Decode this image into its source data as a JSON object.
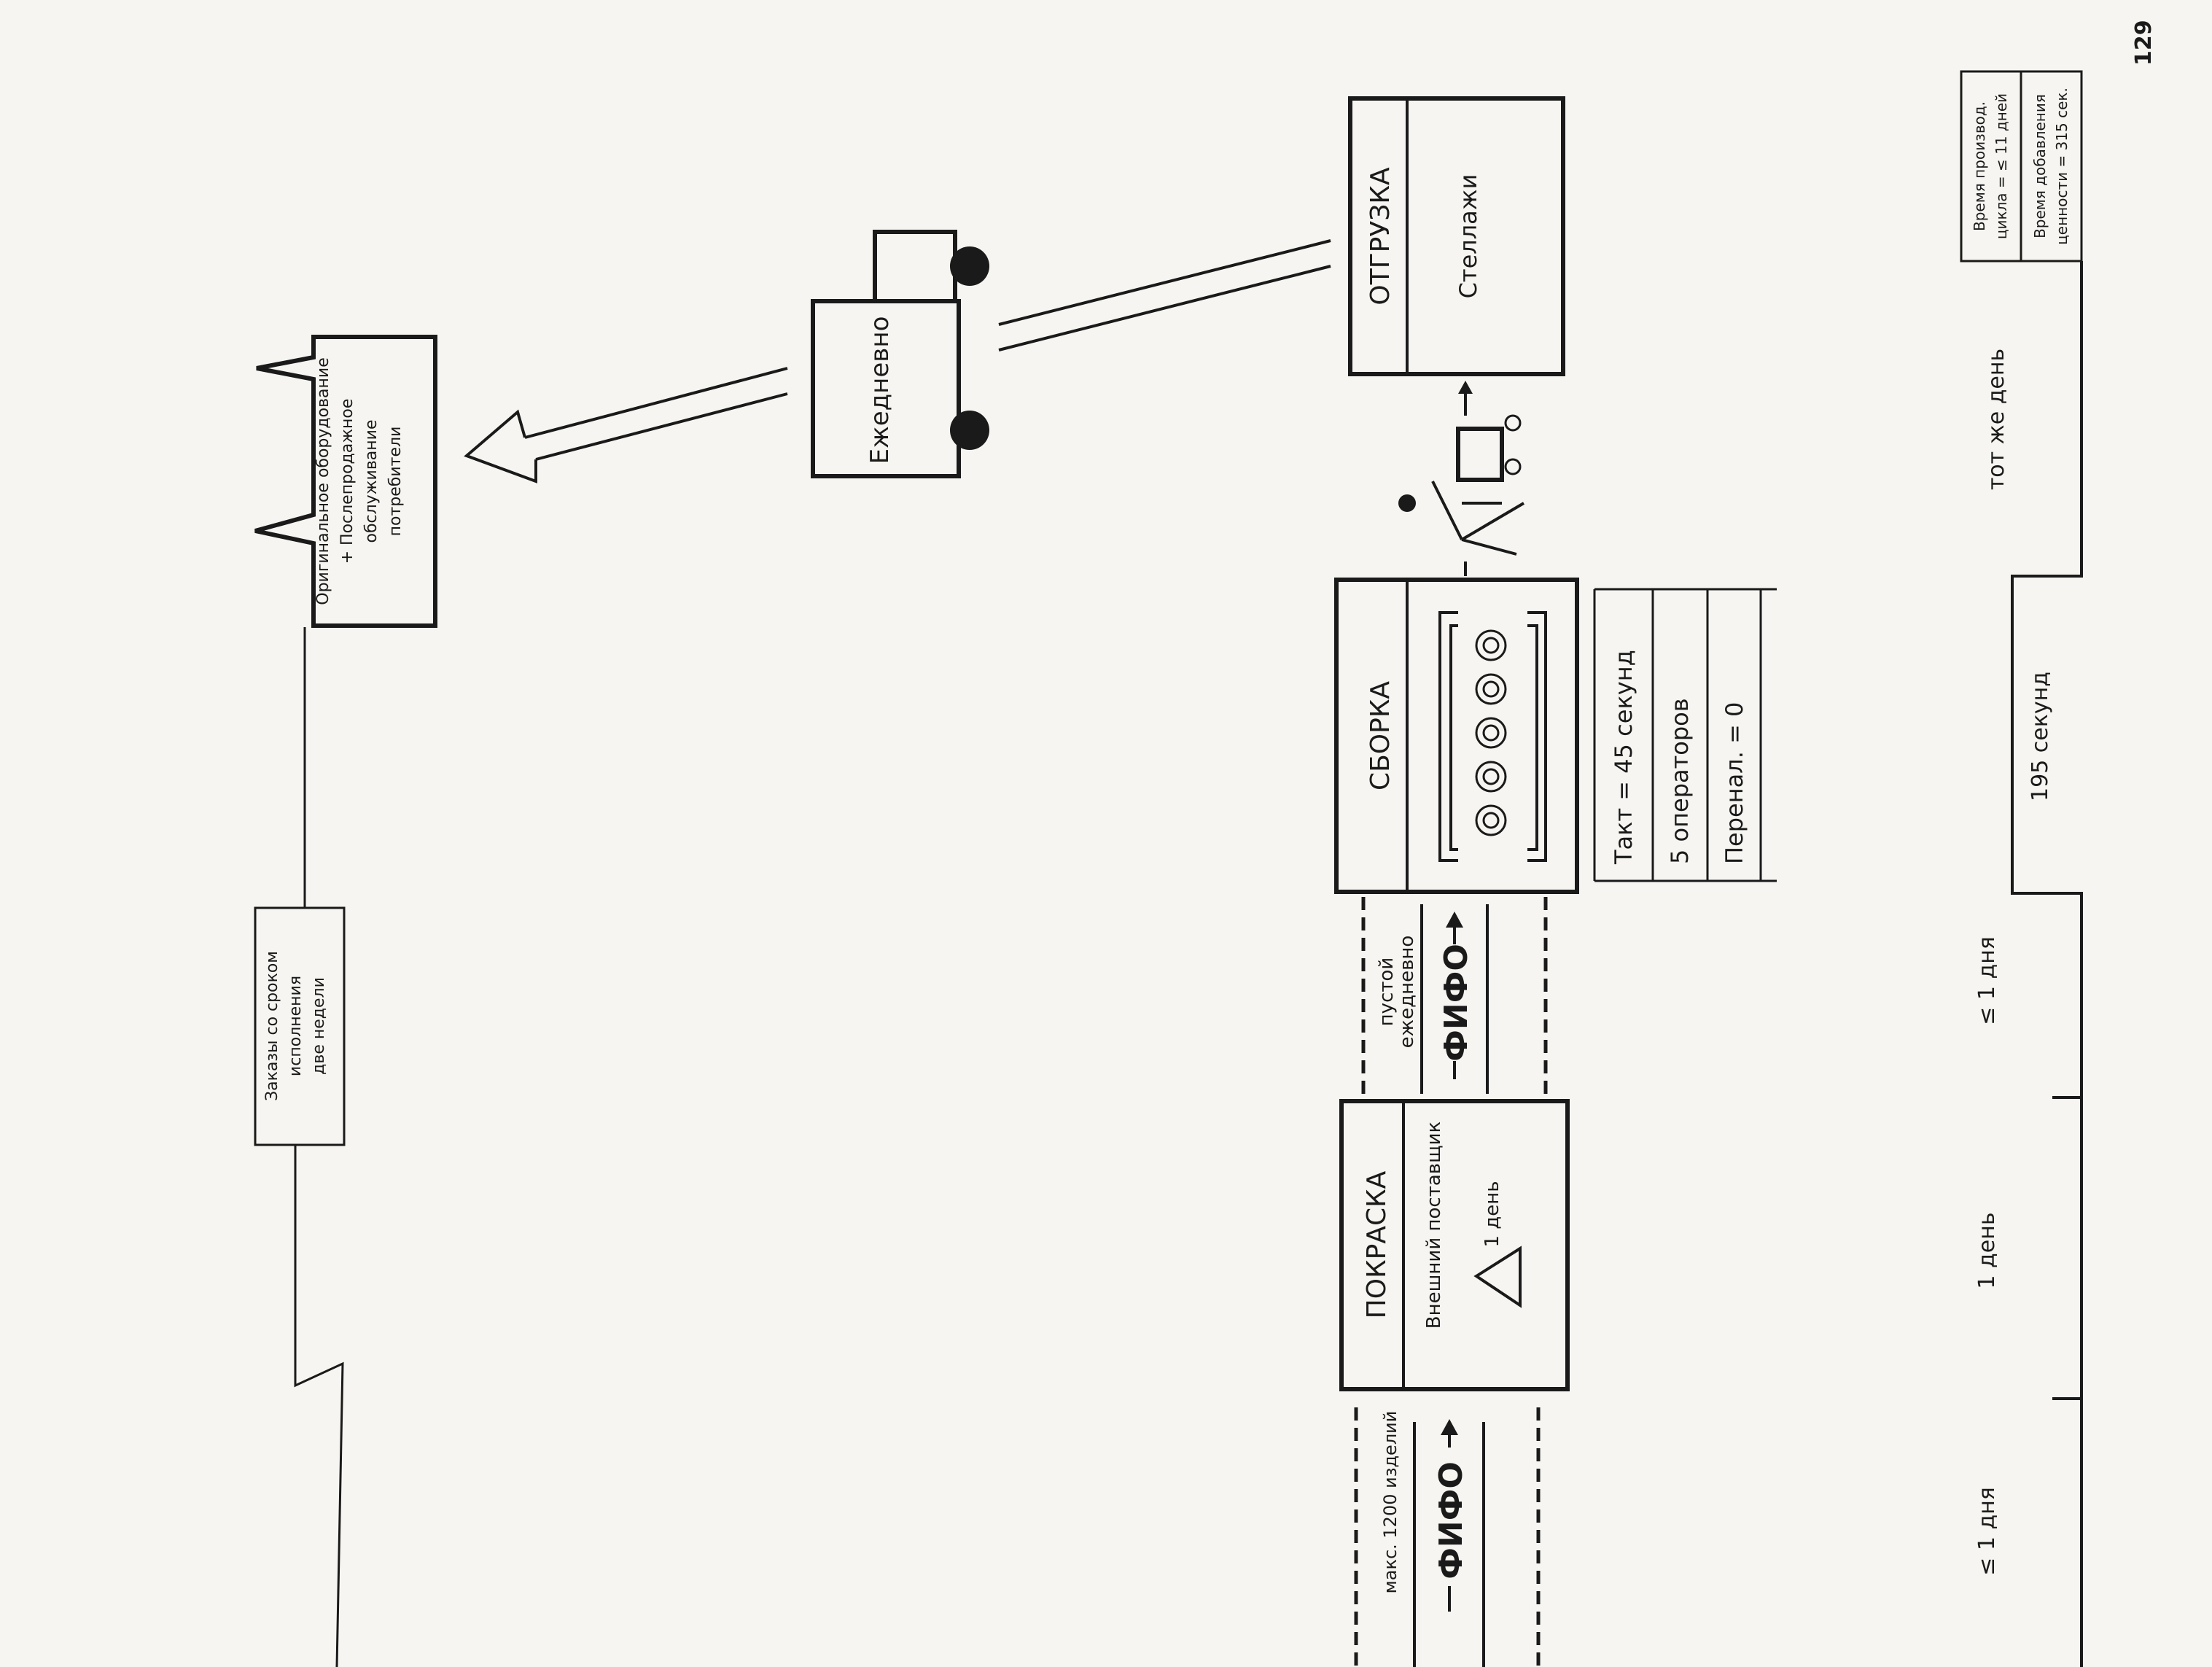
{
  "page_number": "129",
  "customer": {
    "line1": "Оригинальное оборудование",
    "line2": "+ Послепродажное",
    "line3": "обслуживание",
    "line4": "потребители"
  },
  "orders_box": {
    "line1": "Заказы со сроком",
    "line2": "исполнения",
    "line3": "две недели"
  },
  "truck": {
    "label": "Ежедневно"
  },
  "shipping": {
    "title": "ОТГРУЗКА",
    "subtitle": "Стеллажи"
  },
  "assembly": {
    "title": "СБОРКА",
    "data": [
      "Такт = 45 секунд",
      "5 операторов",
      "Перенал. = 0"
    ]
  },
  "painting": {
    "title": "ПОКРАСКА",
    "supplier": "Внешний поставщик",
    "inventory_time": "1 день"
  },
  "fifo_lanes": [
    {
      "label": "ФИФО",
      "note_line1": "пустой",
      "note_line2": "ежедневно"
    },
    {
      "label": "ФИФО",
      "note_line1": "макс. 1200 изделий",
      "note_line2": ""
    }
  ],
  "timeline": {
    "segments": [
      "≤ 1 дня",
      "1 день",
      "≤ 1 дня",
      "195 секунд",
      "тот же день"
    ],
    "summary_line1": "Время производ.",
    "summary_line2": "цикла = ≤ 11 дней",
    "summary_line3": "Время добавления",
    "summary_line4": "ценности = 315 сек."
  },
  "colors": {
    "ink": "#1a1a1a",
    "paper": "#f6f5f1"
  }
}
